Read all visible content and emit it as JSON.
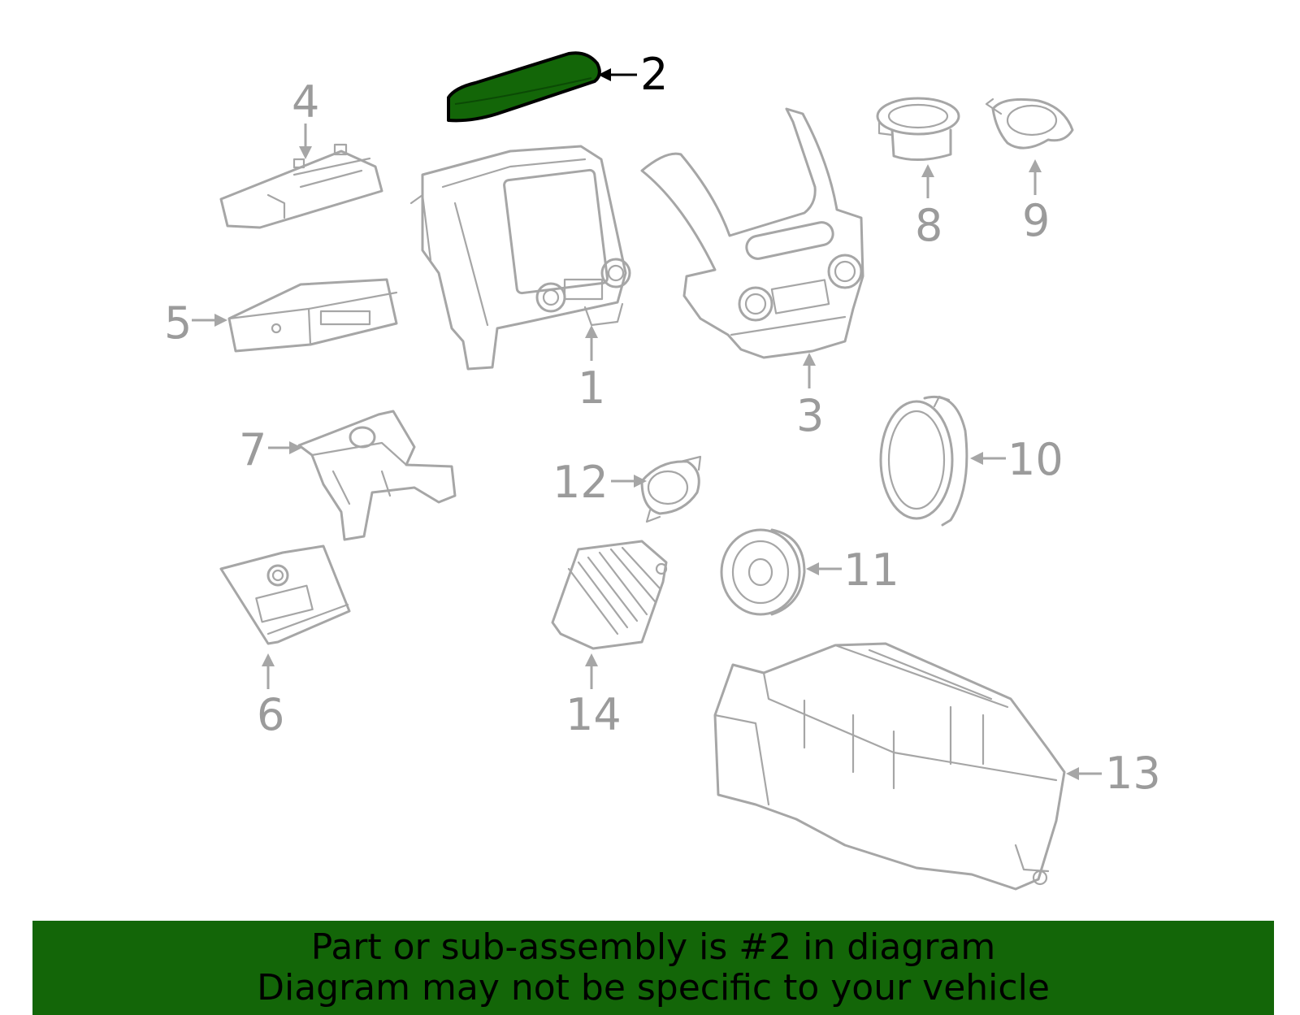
{
  "diagram": {
    "highlighted_part": "2",
    "highlight_color": "#136608",
    "line_color": "#a6a6a6",
    "callouts": {
      "c1": "1",
      "c2": "2",
      "c3": "3",
      "c4": "4",
      "c5": "5",
      "c6": "6",
      "c7": "7",
      "c8": "8",
      "c9": "9",
      "c10": "10",
      "c11": "11",
      "c12": "12",
      "c13": "13",
      "c14": "14"
    }
  },
  "banner": {
    "line1": "Part or sub-assembly is #2 in diagram",
    "line2": "Diagram may not be specific to your vehicle",
    "background": "#136608"
  }
}
